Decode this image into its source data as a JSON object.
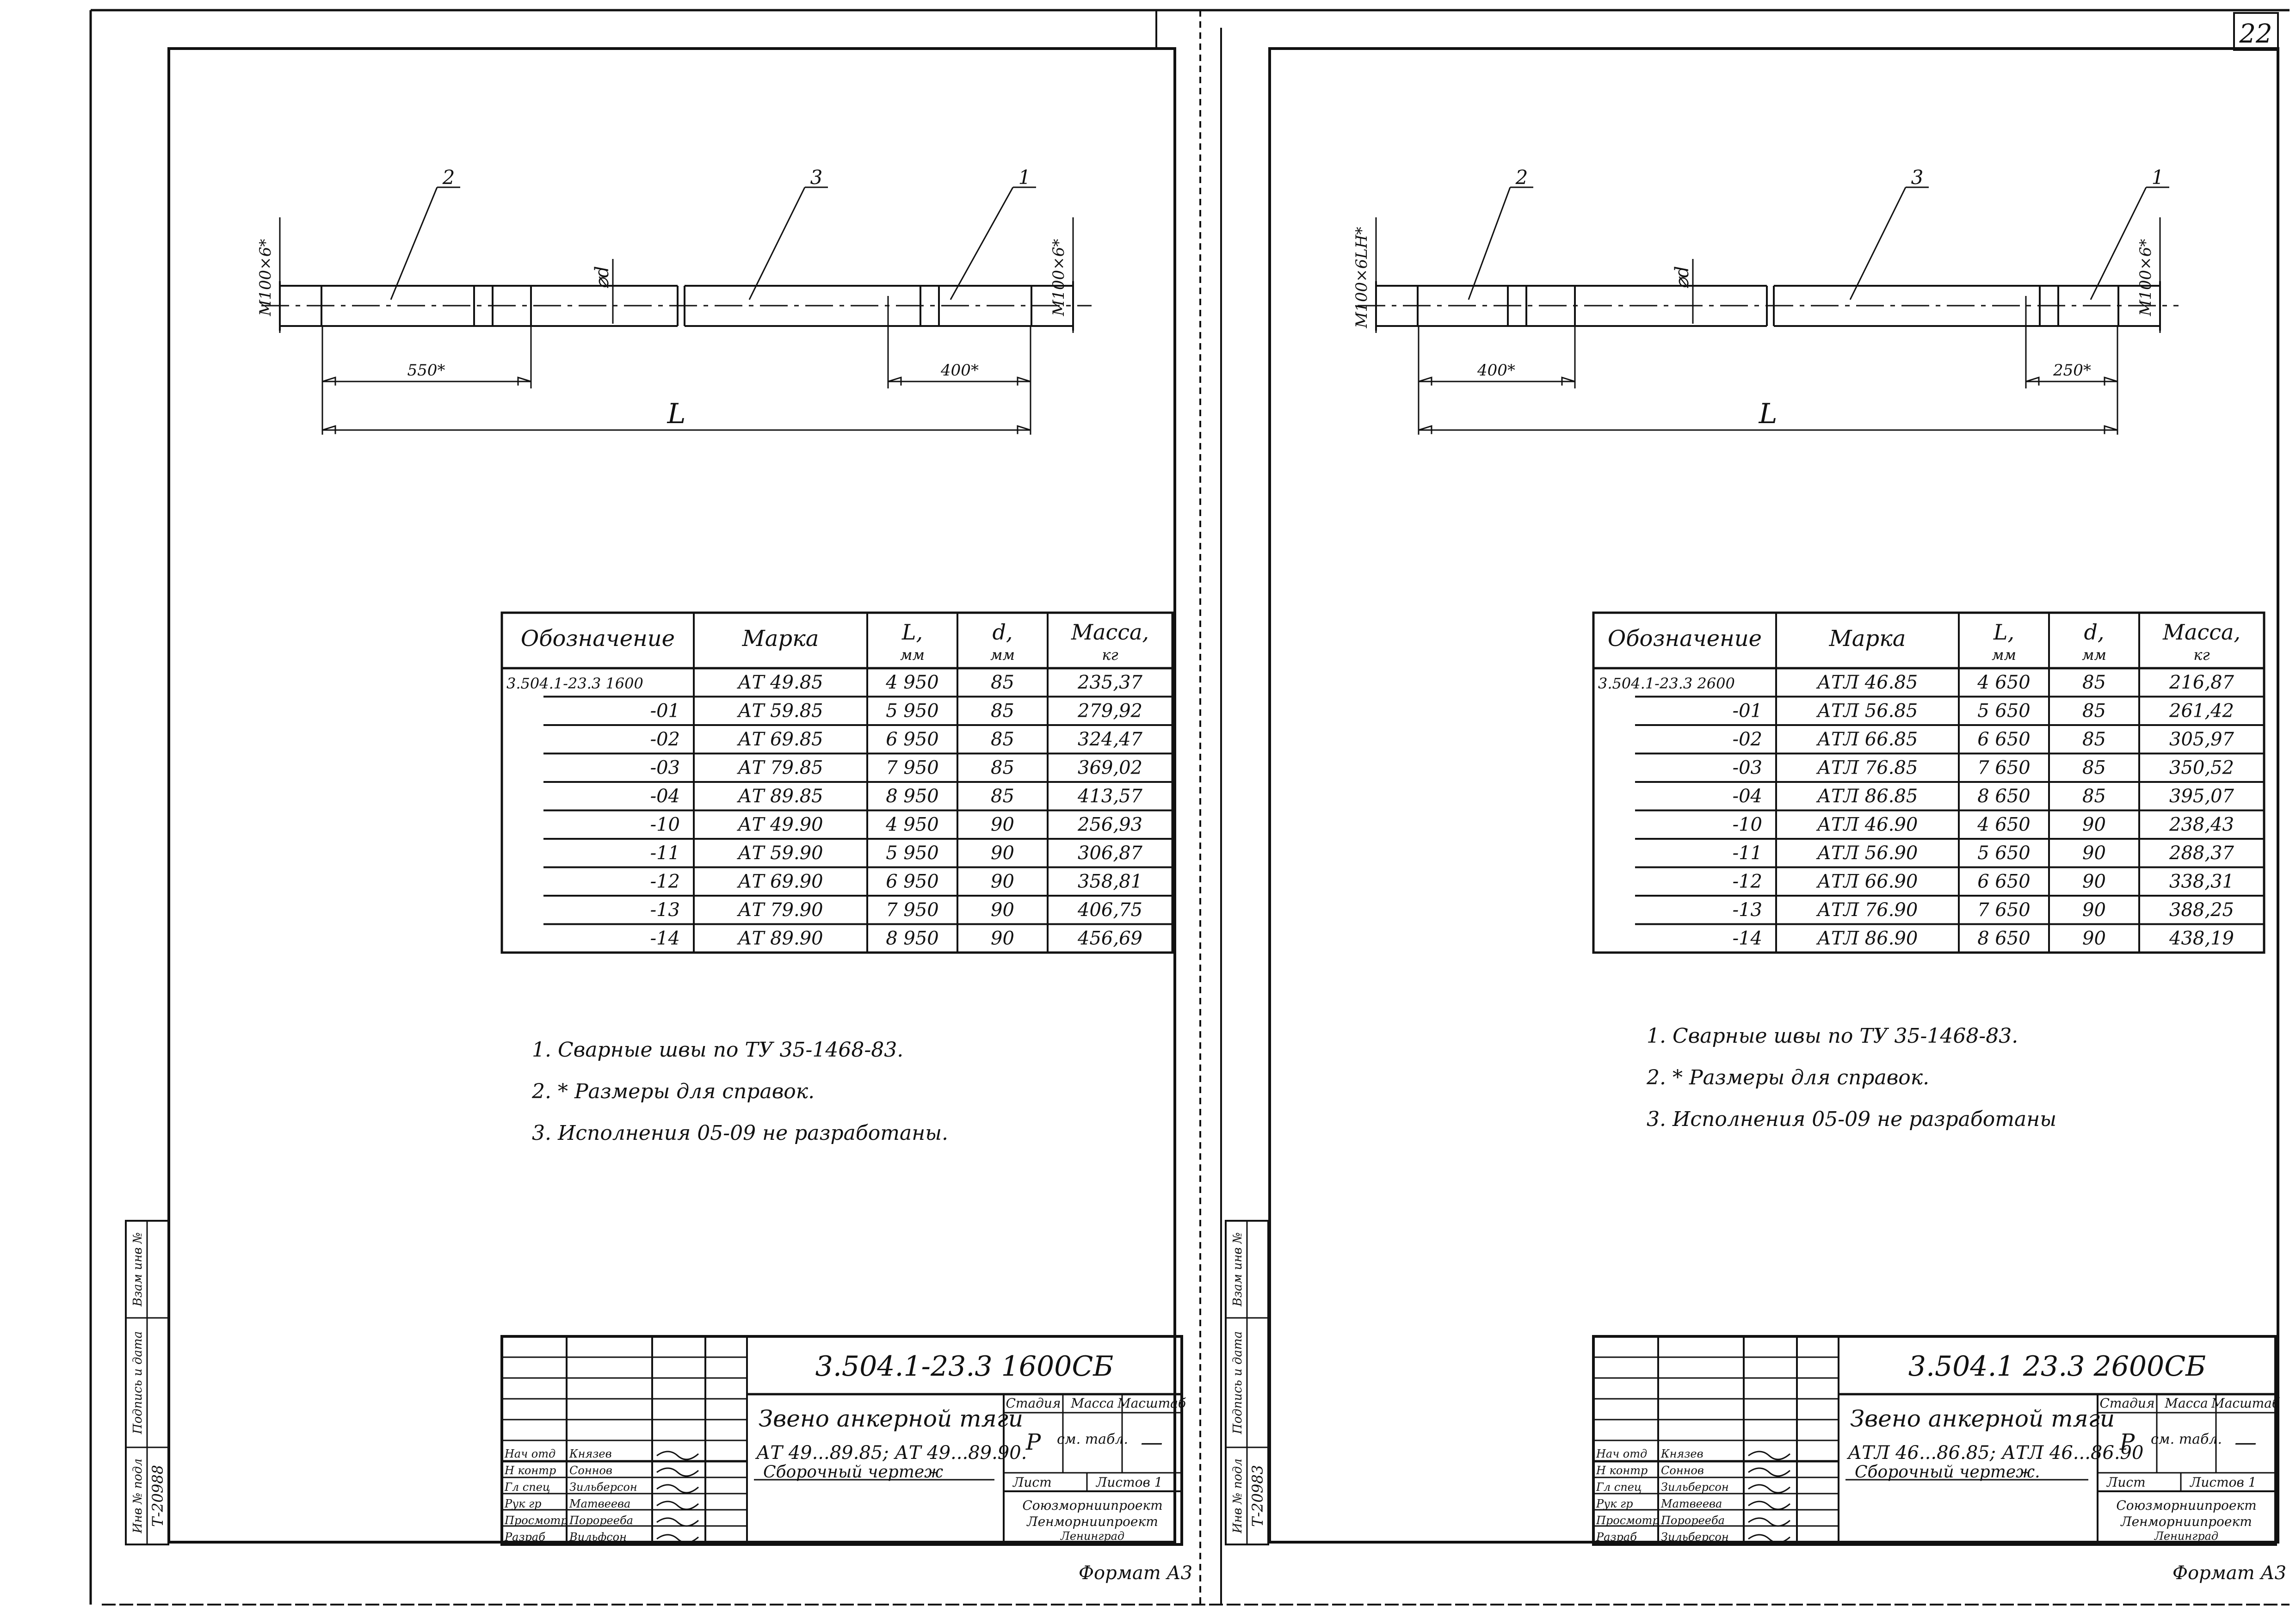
{
  "page_number": "22",
  "sheets": [
    {
      "id": "left",
      "labels": {
        "dim_left": "550*",
        "dim_right": "400*",
        "dim_total": "L",
        "dia": "⌀d",
        "callout_left": "2",
        "callout_mid": "3",
        "callout_right": "1",
        "thread_left": "M100×6*",
        "thread_right": "M100×6*"
      },
      "table": {
        "headers": [
          "Обозначение",
          "Марка",
          "L,",
          "d,",
          "Масса,"
        ],
        "units": [
          "",
          "",
          "мм",
          "мм",
          "кг"
        ],
        "rows": [
          [
            "3.504.1-23.3  1600",
            "АТ 49.85",
            "4 950",
            "85",
            "235,37"
          ],
          [
            "-01",
            "АТ 59.85",
            "5 950",
            "85",
            "279,92"
          ],
          [
            "-02",
            "АТ 69.85",
            "6 950",
            "85",
            "324,47"
          ],
          [
            "-03",
            "АТ 79.85",
            "7 950",
            "85",
            "369,02"
          ],
          [
            "-04",
            "АТ 89.85",
            "8 950",
            "85",
            "413,57"
          ],
          [
            "-10",
            "АТ 49.90",
            "4 950",
            "90",
            "256,93"
          ],
          [
            "-11",
            "АТ 59.90",
            "5 950",
            "90",
            "306,87"
          ],
          [
            "-12",
            "АТ 69.90",
            "6 950",
            "90",
            "358,81"
          ],
          [
            "-13",
            "АТ 79.90",
            "7 950",
            "90",
            "406,75"
          ],
          [
            "-14",
            "АТ 89.90",
            "8 950",
            "90",
            "456,69"
          ]
        ]
      },
      "notes": [
        "1. Сварные    швы    по      ТУ 35-1468-83.",
        "2. *   Размеры     для       справок.",
        "3. Исполнения  05-09  не разработаны."
      ],
      "title_block": {
        "designation": "3.504.1-23.3   1600СБ",
        "name_line1": "Звено анкерной тяги",
        "name_line2": "АТ 49...89.85; АТ 49...89.90.",
        "name_line3": "Сборочный  чертеж",
        "col_stage": "Стадия",
        "col_mass": "Масса",
        "col_scale": "Масштаб",
        "stage": "Р",
        "mass": "см. табл.",
        "scale": "—",
        "sheet_label": "Лист",
        "sheets_label": "Листов 1",
        "org_line1": "Союзморниипроект",
        "org_line2": "Ленморниипроект",
        "org_line3": "Ленинград",
        "roles": [
          "Нач отд",
          "Н контр",
          "Гл спец",
          "Рук гр",
          "Просмотр",
          "Разраб"
        ],
        "people": [
          "Князев",
          "Соннов",
          "Зильберсон",
          "Матвеева",
          "Порорееба",
          "Вильфсон"
        ],
        "side_labels": [
          "Инв № подл",
          "Подпись и дата",
          "Взам инв №"
        ],
        "inv_number": "Т-20988",
        "format": "Формат А3"
      }
    },
    {
      "id": "right",
      "labels": {
        "dim_left": "400*",
        "dim_right": "250*",
        "dim_total": "L",
        "dia": "⌀d",
        "callout_left": "2",
        "callout_mid": "3",
        "callout_right": "1",
        "thread_left": "M100×6LH*",
        "thread_right": "M100×6*"
      },
      "table": {
        "headers": [
          "Обозначение",
          "Марка",
          "L,",
          "d,",
          "Масса,"
        ],
        "units": [
          "",
          "",
          "мм",
          "мм",
          "кг"
        ],
        "rows": [
          [
            "3.504.1-23.3  2600",
            "АТЛ 46.85",
            "4 650",
            "85",
            "216,87"
          ],
          [
            "-01",
            "АТЛ 56.85",
            "5 650",
            "85",
            "261,42"
          ],
          [
            "-02",
            "АТЛ 66.85",
            "6 650",
            "85",
            "305,97"
          ],
          [
            "-03",
            "АТЛ 76.85",
            "7 650",
            "85",
            "350,52"
          ],
          [
            "-04",
            "АТЛ 86.85",
            "8 650",
            "85",
            "395,07"
          ],
          [
            "-10",
            "АТЛ 46.90",
            "4 650",
            "90",
            "238,43"
          ],
          [
            "-11",
            "АТЛ 56.90",
            "5 650",
            "90",
            "288,37"
          ],
          [
            "-12",
            "АТЛ 66.90",
            "6 650",
            "90",
            "338,31"
          ],
          [
            "-13",
            "АТЛ 76.90",
            "7 650",
            "90",
            "388,25"
          ],
          [
            "-14",
            "АТЛ 86.90",
            "8 650",
            "90",
            "438,19"
          ]
        ]
      },
      "notes": [
        "1. Сварные      швы       по       ТУ 35-1468-83.",
        "2. *  Размеры     для       справок.",
        "3. Исполнения  05-09  не разработаны"
      ],
      "title_block": {
        "designation": "3.504.1  23.3   2600СБ",
        "name_line1": "Звено анкерной тяги",
        "name_line2": "АТЛ 46...86.85; АТЛ 46...86.90",
        "name_line3": "Сборочный  чертеж.",
        "col_stage": "Стадия",
        "col_mass": "Масса",
        "col_scale": "Масштаб",
        "stage": "Р",
        "mass": "см. табл.",
        "scale": "—",
        "sheet_label": "Лист",
        "sheets_label": "Листов 1",
        "org_line1": "Союзморниипроект",
        "org_line2": "Ленморниипроект",
        "org_line3": "Ленинград",
        "roles": [
          "Нач отд",
          "Н контр",
          "Гл спец",
          "Рук гр",
          "Просмотр",
          "Разраб"
        ],
        "people": [
          "Князев",
          "Соннов",
          "Зильберсон",
          "Матвеева",
          "Порорееба",
          "Зильберсон"
        ],
        "side_labels": [
          "Инв № подл",
          "Подпись и дата",
          "Взам инв №"
        ],
        "inv_number": "Т-20983",
        "format": "Формат А3"
      }
    }
  ]
}
